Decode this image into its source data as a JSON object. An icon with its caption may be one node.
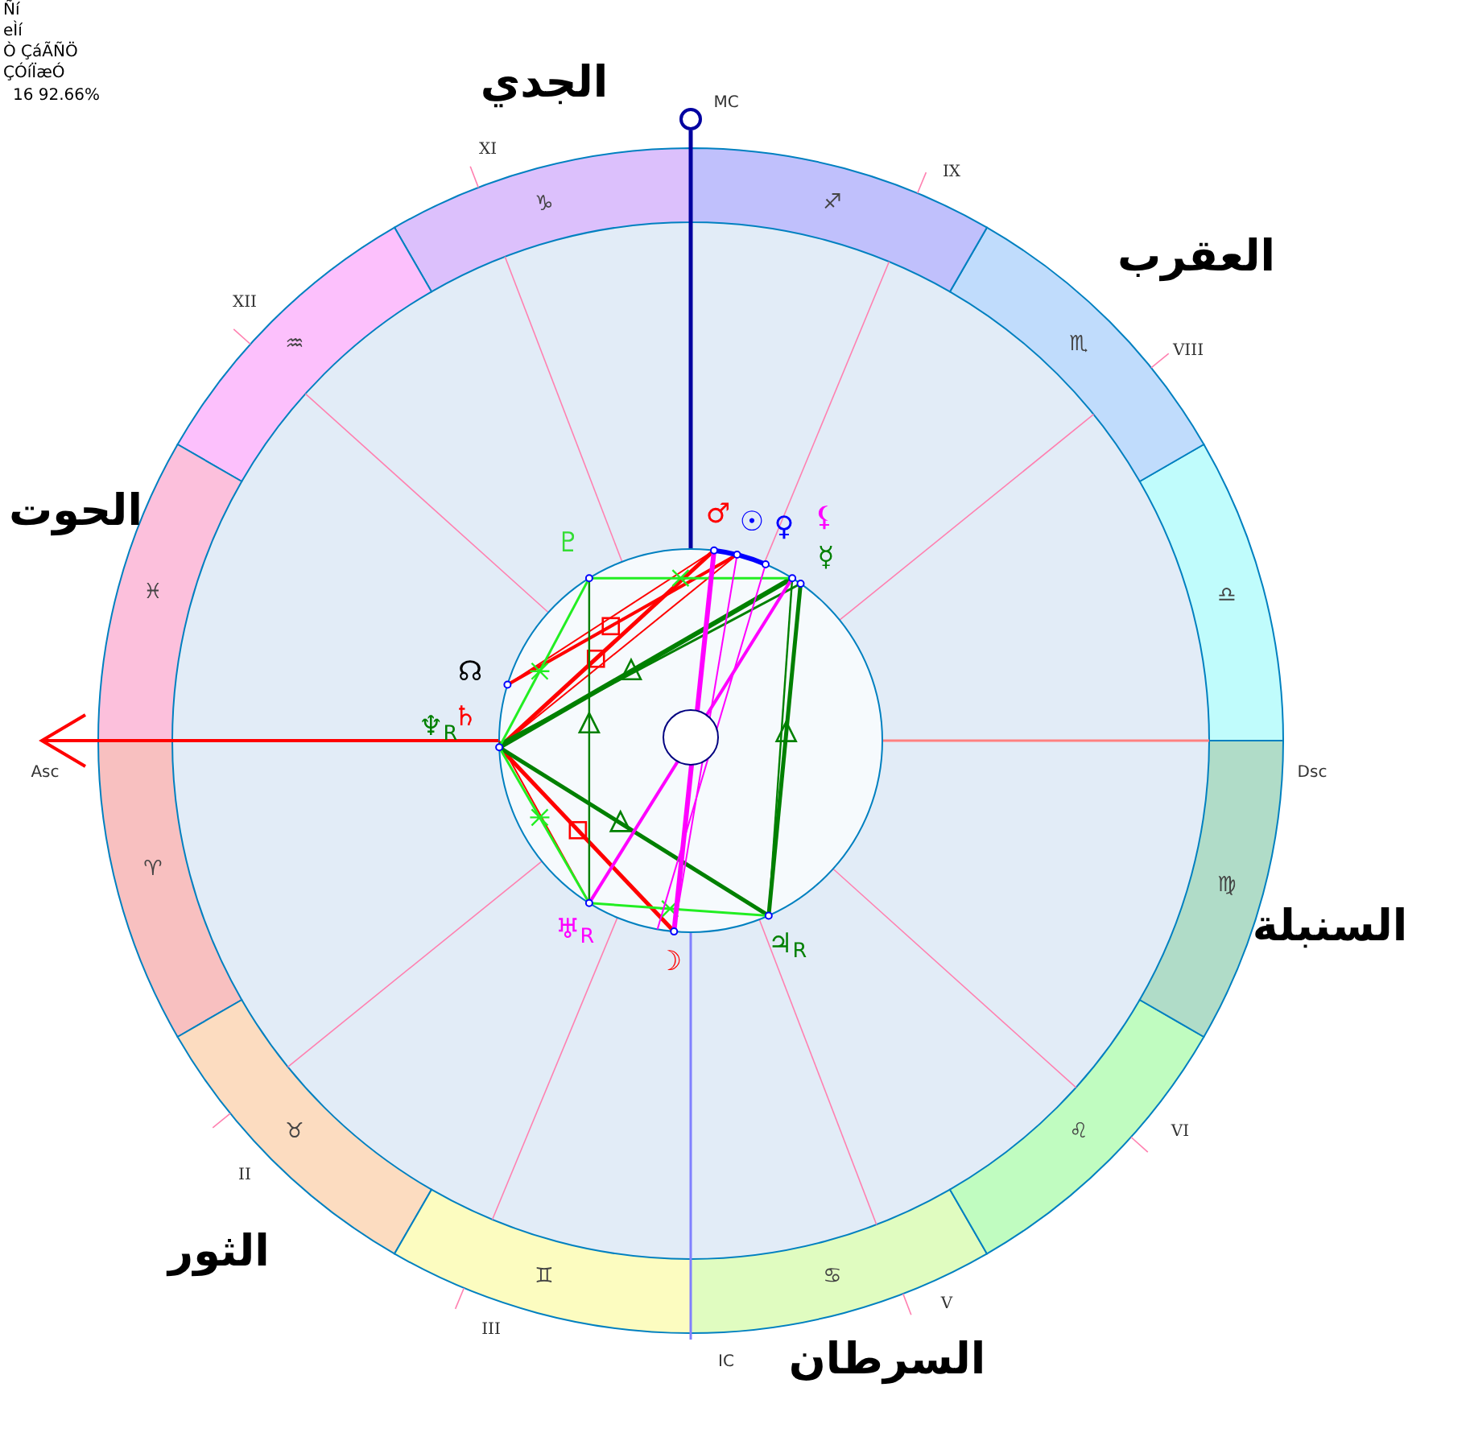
{
  "diagram": {
    "labels": [
      "Ñí",
      "eÌí",
      "Ò ÇáÃÑÖ",
      "ÇÓíÏæÓ",
      "16 92.66%",
      "الجدي",
      "MC",
      "XI",
      "IX",
      "♑",
      "♐",
      "العقرب",
      "XII",
      "♒",
      "♏",
      "VIII",
      "الحوت",
      "♂",
      "☉",
      "♀",
      "⚸",
      "♇",
      "☿",
      "♓",
      "♎",
      "☊",
      "♄",
      "♆$_{R}$",
      "Asc",
      "Dsc",
      "♈",
      "♍",
      "السنبلة",
      "♅$_{R}$",
      "☽",
      "♃$_{R}$",
      "♉",
      "♌",
      "VI",
      "II",
      "الثور",
      "♊",
      "♋",
      "V",
      "III",
      "IC",
      "السرطان"
    ]
  }
}
